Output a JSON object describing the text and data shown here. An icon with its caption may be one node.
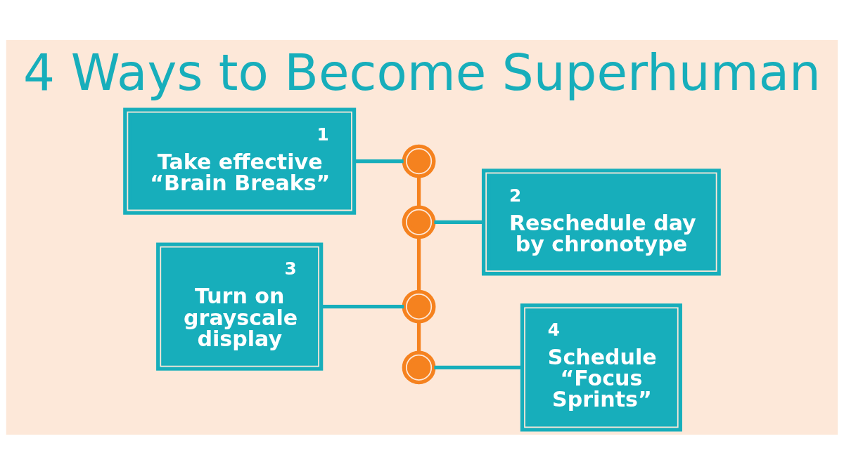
{
  "diagram": {
    "title": "4 Ways to Become Superhuman",
    "nodes": [
      {
        "text": [
          "1",
          "Take effective “Brain Breaks”"
        ]
      },
      {
        "text": [
          "2",
          "Reschedule day by chronotype"
        ]
      },
      {
        "text": [
          "3",
          "Turn on grayscale display"
        ]
      },
      {
        "text": [
          "4",
          "Schedule “Focus Sprints”"
        ]
      },
      {
        "text": [],
        "shape": "circle"
      },
      {
        "text": [],
        "shape": "circle"
      },
      {
        "text": [],
        "shape": "circle"
      },
      {
        "text": [],
        "shape": "circle"
      }
    ],
    "edges": [
      {
        "from": 0,
        "to": 4,
        "arrow": "none"
      },
      {
        "from": 5,
        "to": 1,
        "arrow": "none"
      },
      {
        "from": 2,
        "to": 6,
        "arrow": "none"
      },
      {
        "from": 7,
        "to": 3,
        "arrow": "none"
      },
      {
        "from": 4,
        "to": 5,
        "arrow": "none",
        "color": "#f5821f"
      },
      {
        "from": 5,
        "to": 6,
        "arrow": "none",
        "color": "#f5821f"
      },
      {
        "from": 6,
        "to": 7,
        "arrow": "none",
        "color": "#f5821f"
      }
    ]
  }
}
